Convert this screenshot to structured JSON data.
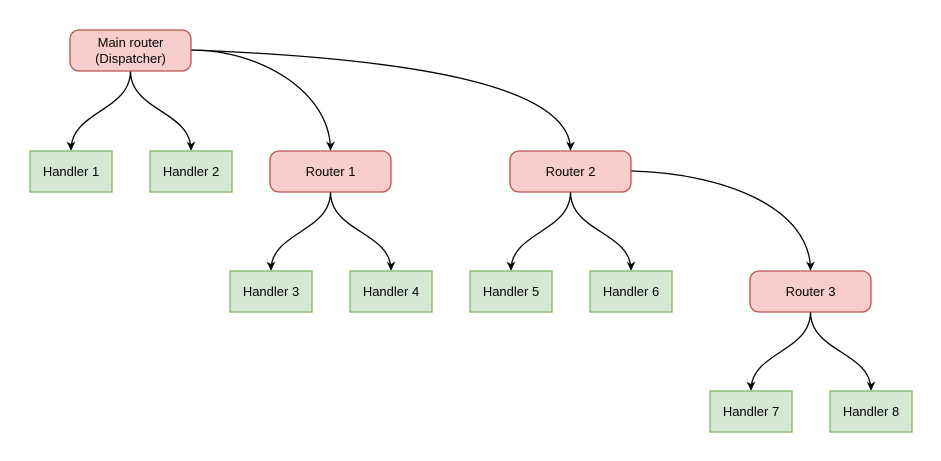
{
  "diagram": {
    "type": "tree",
    "colors": {
      "router_fill": "#f8cecc",
      "router_border": "#b85450",
      "handler_fill": "#d5e8d4",
      "handler_border": "#82b366",
      "edge": "#000000",
      "background": "#ffffff"
    },
    "nodes": {
      "main_router": {
        "type": "router",
        "label": "Main router (Dispatcher)",
        "line1": "Main router",
        "line2": "(Dispatcher)"
      },
      "router_1": {
        "type": "router",
        "label": "Router 1"
      },
      "router_2": {
        "type": "router",
        "label": "Router 2"
      },
      "router_3": {
        "type": "router",
        "label": "Router 3"
      },
      "handler_1": {
        "type": "handler",
        "label": "Handler 1"
      },
      "handler_2": {
        "type": "handler",
        "label": "Handler 2"
      },
      "handler_3": {
        "type": "handler",
        "label": "Handler 3"
      },
      "handler_4": {
        "type": "handler",
        "label": "Handler 4"
      },
      "handler_5": {
        "type": "handler",
        "label": "Handler 5"
      },
      "handler_6": {
        "type": "handler",
        "label": "Handler 6"
      },
      "handler_7": {
        "type": "handler",
        "label": "Handler 7"
      },
      "handler_8": {
        "type": "handler",
        "label": "Handler 8"
      }
    },
    "edges": [
      {
        "from": "main_router",
        "to": "handler_1"
      },
      {
        "from": "main_router",
        "to": "handler_2"
      },
      {
        "from": "main_router",
        "to": "router_1"
      },
      {
        "from": "main_router",
        "to": "router_2"
      },
      {
        "from": "router_1",
        "to": "handler_3"
      },
      {
        "from": "router_1",
        "to": "handler_4"
      },
      {
        "from": "router_2",
        "to": "handler_5"
      },
      {
        "from": "router_2",
        "to": "handler_6"
      },
      {
        "from": "router_2",
        "to": "router_3"
      },
      {
        "from": "router_3",
        "to": "handler_7"
      },
      {
        "from": "router_3",
        "to": "handler_8"
      }
    ]
  }
}
